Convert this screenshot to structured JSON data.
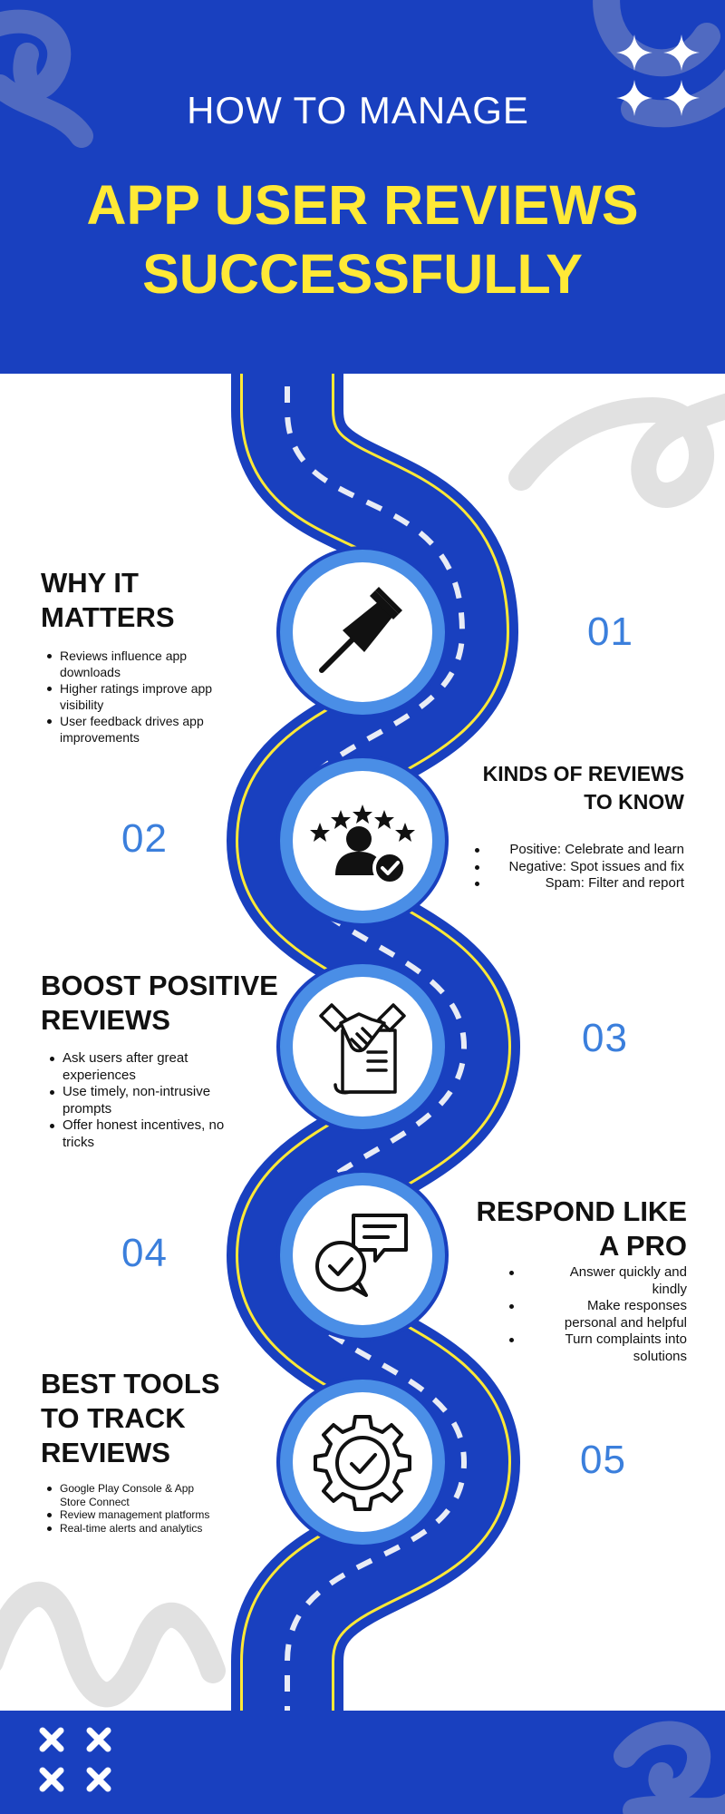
{
  "header": {
    "kicker": "HOW TO MANAGE",
    "title_line1": "APP USER REVIEWS",
    "title_line2": "SUCCESSFULLY"
  },
  "colors": {
    "brand_blue": "#1940bf",
    "accent_yellow": "#ffe936",
    "number_blue": "#3b7fdc",
    "ring_blue": "#4a8ee6",
    "lane_white": "#e9ecf5",
    "decor_gray": "#dedede"
  },
  "sections": [
    {
      "number": "01",
      "title_line1": "WHY IT",
      "title_line2": "MATTERS",
      "icon": "pushpin-icon",
      "bullets": [
        "Reviews influence app downloads",
        "Higher ratings improve app visibility",
        "User feedback drives app improvements"
      ]
    },
    {
      "number": "02",
      "title_line1": "KINDS OF REVIEWS",
      "title_line2": "TO KNOW",
      "icon": "user-rating-stars-icon",
      "bullets": [
        "Positive: Celebrate and learn",
        "Negative: Spot issues and fix",
        "Spam: Filter and report"
      ]
    },
    {
      "number": "03",
      "title_line1": "BOOST POSITIVE",
      "title_line2": "REVIEWS",
      "icon": "handshake-agreement-icon",
      "bullets": [
        "Ask users after great experiences",
        "Use timely, non-intrusive prompts",
        "Offer honest incentives, no tricks"
      ]
    },
    {
      "number": "04",
      "title_line1": "RESPOND LIKE",
      "title_line2": "A PRO",
      "icon": "chat-check-icon",
      "bullets": [
        "Answer quickly and kindly",
        "Make responses personal and helpful",
        "Turn complaints into solutions"
      ]
    },
    {
      "number": "05",
      "title_line1": "BEST TOOLS",
      "title_line2": "TO TRACK",
      "title_line3": "REVIEWS",
      "icon": "gear-check-icon",
      "bullets": [
        "Google Play Console & App Store Connect",
        "Review management platforms",
        "Real-time alerts and analytics"
      ]
    }
  ]
}
